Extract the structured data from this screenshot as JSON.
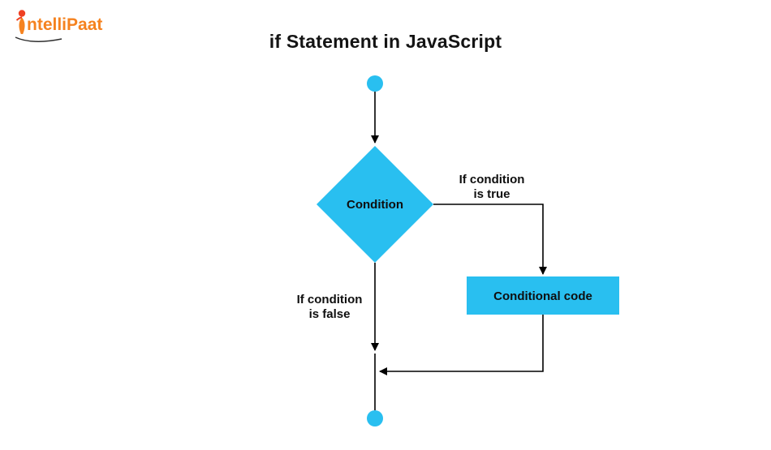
{
  "page": {
    "title": "if Statement in JavaScript",
    "background_color": "#ffffff"
  },
  "logo": {
    "icon": "person-icon",
    "text": "ntelliPaat",
    "brand": "IntelliPaat",
    "color": "#F5821F"
  },
  "flowchart": {
    "accent_color": "#29BFF0",
    "line_color": "#000000",
    "nodes": {
      "condition": "Condition",
      "conditional_code": "Conditional code"
    },
    "branches": {
      "true_line1": "If condition",
      "true_line2": "is true",
      "false_line1": "If condition",
      "false_line2": "is false"
    }
  }
}
